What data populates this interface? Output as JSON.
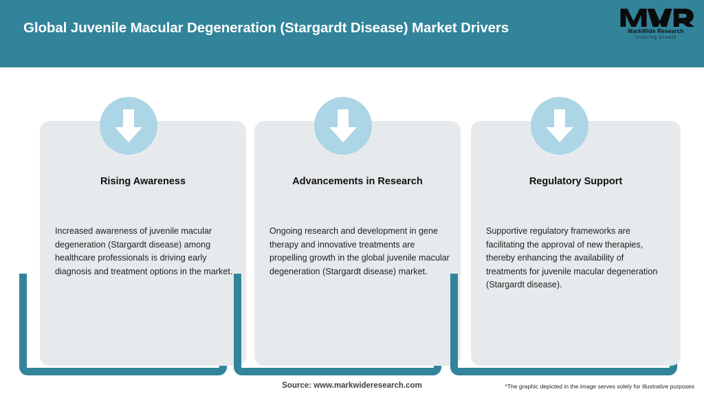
{
  "header": {
    "title": "Global Juvenile Macular Degeneration (Stargardt Disease) Market Drivers",
    "background_color": "#32849B",
    "title_color": "#FFFFFF"
  },
  "logo": {
    "mark": "MWR",
    "name": "MarkWide Research",
    "tagline": "Inspiring Growth"
  },
  "cards": [
    {
      "icon": "down-arrow-icon",
      "title": "Rising Awareness",
      "body": "Increased awareness of juvenile macular degeneration (Stargardt disease) among healthcare professionals is driving early diagnosis and treatment options in the market."
    },
    {
      "icon": "down-arrow-icon",
      "title": "Advancements in Research",
      "body": "Ongoing research and development in gene therapy and innovative treatments are propelling growth in the global juvenile macular degeneration (Stargardt disease) market."
    },
    {
      "icon": "down-arrow-icon",
      "title": "Regulatory Support",
      "body": "Supportive regulatory frameworks are facilitating the approval of new therapies, thereby enhancing the availability of treatments for juvenile macular degeneration (Stargardt disease)."
    }
  ],
  "footer": {
    "source": "Source: www.markwideresearch.com",
    "disclaimer": "*The graphic depicted in the image serves solely for illustrative purposes"
  },
  "colors": {
    "teal": "#32849B",
    "panel_gray": "#E7EAEC",
    "icon_circle_blue": "#ACD5E6",
    "arrow_white": "#FFFFFF"
  }
}
